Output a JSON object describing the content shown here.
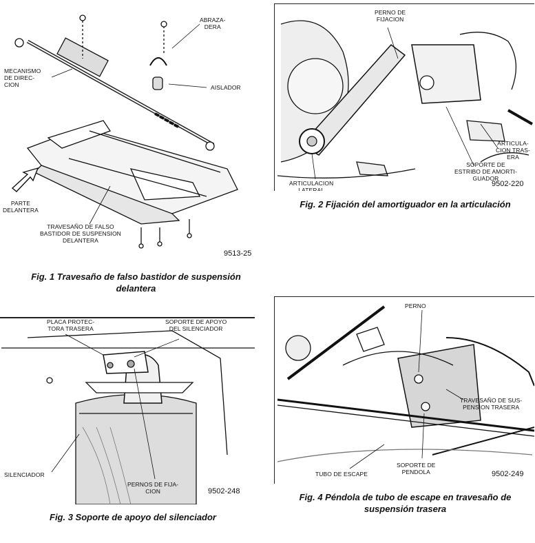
{
  "fig1": {
    "labels": {
      "abrazadera": "ABRAZA-\nDERA",
      "mecanismo": "MECANISMO\nDE DIREC-\nCION",
      "aislador": "AISLADOR",
      "parte": "PARTE\nDELANTERA",
      "travesano": "TRAVESAÑO DE FALSO\nBASTIDOR DE SUSPENSION\nDELANTERA"
    },
    "code": "9513-25",
    "caption": "Fig. 1 Travesaño de falso bastidor de suspensión\ndelantera"
  },
  "fig2": {
    "labels": {
      "perno": "PERNO DE\nFIJACION",
      "articulacion_trasera": "ARTICULA-\nCION TRAS-\nERA",
      "soporte": "SOPORTE DE\nESTRIBO DE AMORTI-\nGUADOR",
      "articulacion_lateral": "ARTICULACION\nLATERAL"
    },
    "code": "9502-220",
    "caption": "Fig. 2 Fijación del amortiguador en la articulación"
  },
  "fig3": {
    "labels": {
      "placa": "PLACA PROTEC-\nTORA TRASERA",
      "soporte_apoyo": "SOPORTE DE APOYO\nDEL SILENCIADOR",
      "silenciador": "SILENCIADOR",
      "pernos": "PERNOS DE FIJA-\nCION"
    },
    "code": "9502-248",
    "caption": "Fig. 3 Soporte de apoyo del silenciador"
  },
  "fig4": {
    "labels": {
      "perno": "PERNO",
      "travesano": "TRAVESAÑO DE SUS-\nPENSION TRASERA",
      "tubo": "TUBO DE ESCAPE",
      "soporte": "SOPORTE DE\nPENDOLA"
    },
    "code": "9502-249",
    "caption": "Fig. 4 Péndola de tubo de escape en travesaño de\nsuspensión trasera"
  }
}
